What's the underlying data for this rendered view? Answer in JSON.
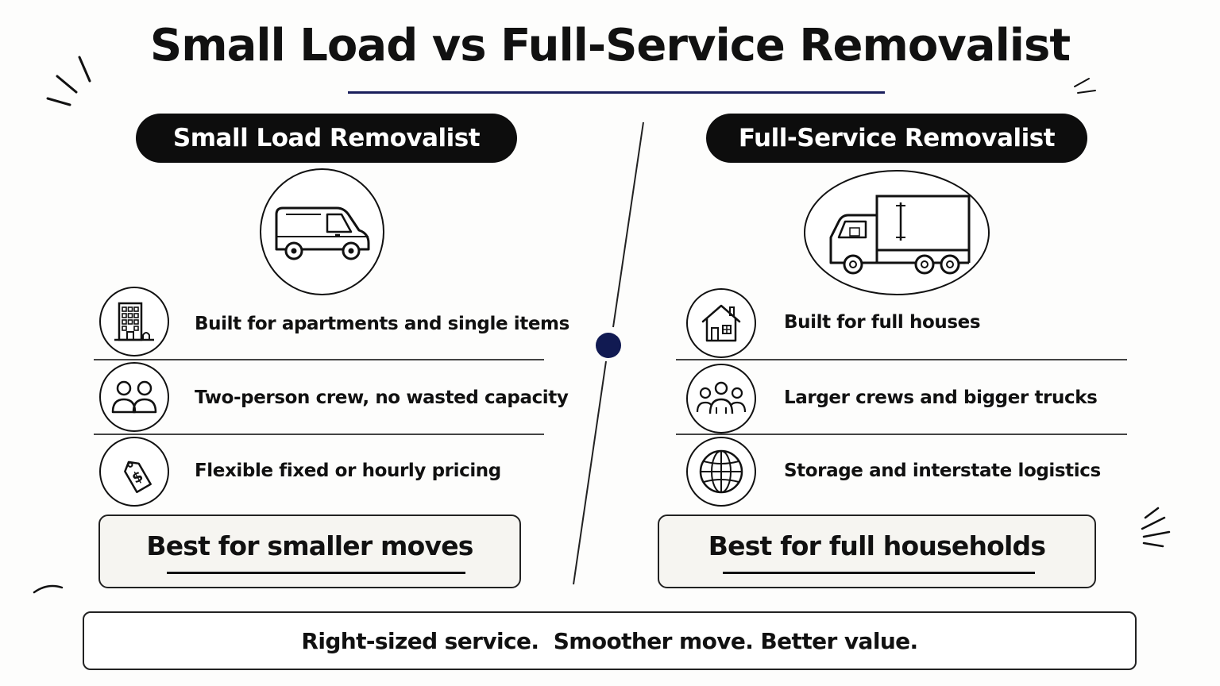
{
  "title": "Small Load vs Full-Service Removalist",
  "colors": {
    "accent_navy": "#1a1f5c",
    "pill_bg": "#0d0d0d",
    "box_bg": "#f6f5f1"
  },
  "left": {
    "heading": "Small Load Removalist",
    "hero_icon": "van-icon",
    "features": [
      {
        "icon": "apartment-building-icon",
        "text": "Built for apartments and single items"
      },
      {
        "icon": "two-people-icon",
        "text": "Two-person crew, no wasted capacity"
      },
      {
        "icon": "price-tag-icon",
        "text": "Flexible fixed or hourly pricing"
      }
    ],
    "best_for": "Best for smaller moves"
  },
  "right": {
    "heading": "Full-Service Removalist",
    "hero_icon": "truck-icon",
    "features": [
      {
        "icon": "house-icon",
        "text": "Built for full houses"
      },
      {
        "icon": "group-people-icon",
        "text": "Larger crews and bigger trucks"
      },
      {
        "icon": "globe-icon",
        "text": "Storage and interstate logistics"
      }
    ],
    "best_for": "Best for full households"
  },
  "footer": "Right-sized service.  Smoother move. Better value."
}
